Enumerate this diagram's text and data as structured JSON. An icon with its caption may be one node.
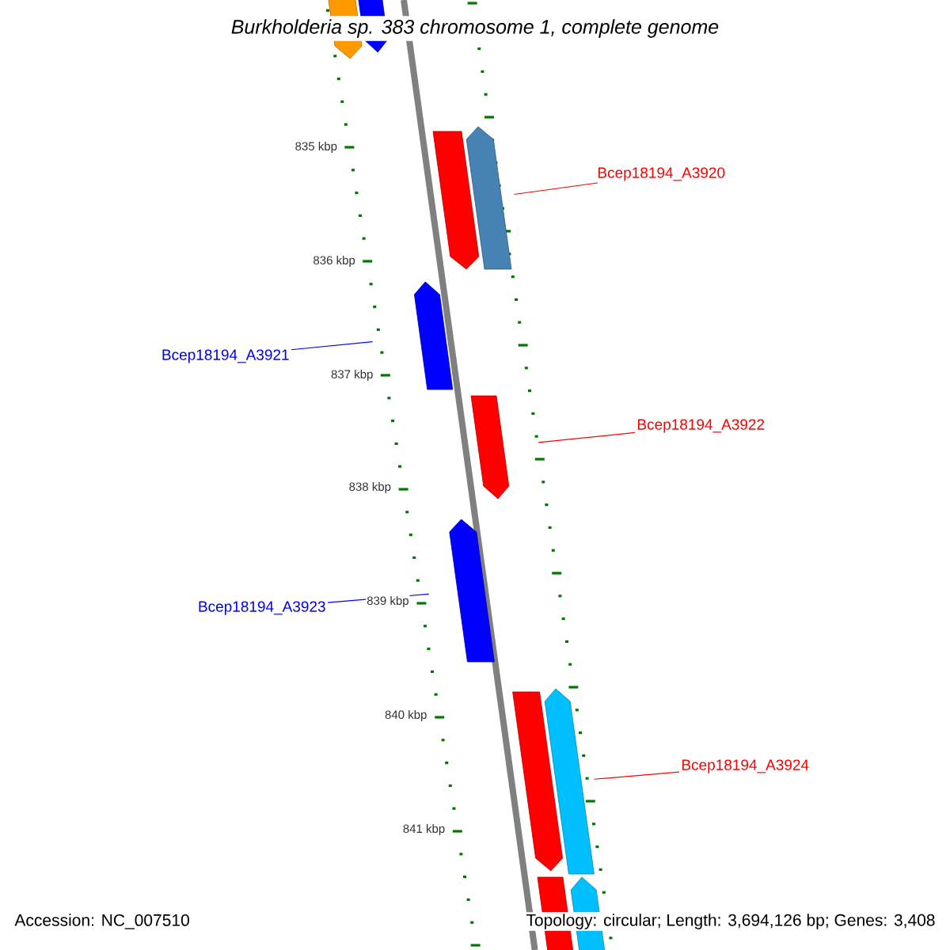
{
  "diagram": {
    "title": "Burkholderia sp. 383 chromosome 1, complete genome",
    "nodes": [
      {
        "text": [
          "Bcep18194_A3920"
        ]
      },
      {
        "text": [],
        "shape": "bar"
      },
      {
        "text": [
          "Bcep18194_A3921"
        ]
      },
      {
        "text": [],
        "shape": "bar"
      },
      {
        "text": [
          "Bcep18194_A3922"
        ]
      },
      {
        "text": [],
        "shape": "bar"
      },
      {
        "text": [
          "Bcep18194_A3923"
        ]
      },
      {
        "text": [],
        "shape": "bar"
      },
      {
        "text": [
          "Bcep18194_A3924"
        ]
      },
      {
        "text": [],
        "shape": "bar"
      },
      {
        "text": [],
        "shape": "bar"
      },
      {
        "text": [],
        "shape": "bar"
      },
      {
        "text": [],
        "shape": "bar"
      },
      {
        "text": [],
        "shape": "bar"
      },
      {
        "text": [],
        "shape": "bar"
      },
      {
        "text": [],
        "shape": "bar"
      }
    ],
    "edges": [
      {
        "from": 0,
        "to": 12,
        "arrow": "none",
        "color": "#ff0000"
      },
      {
        "from": 2,
        "to": 3,
        "arrow": "none",
        "color": "#0000ff"
      },
      {
        "from": 4,
        "to": 5,
        "arrow": "none",
        "color": "#ff0000"
      },
      {
        "from": 6,
        "to": 7,
        "arrow": "none",
        "color": "#0000ff"
      },
      {
        "from": 8,
        "to": 13,
        "arrow": "none",
        "color": "#ff0000"
      }
    ],
    "labels": [
      "835 kbp",
      "836 kbp",
      "837 kbp",
      "838 kbp",
      "839 kbp",
      "840 kbp",
      "841 kbp",
      "Accession: NC_007510",
      "Topology: circular; Length: 3,694,126 bp; Genes: 3,408"
    ]
  }
}
